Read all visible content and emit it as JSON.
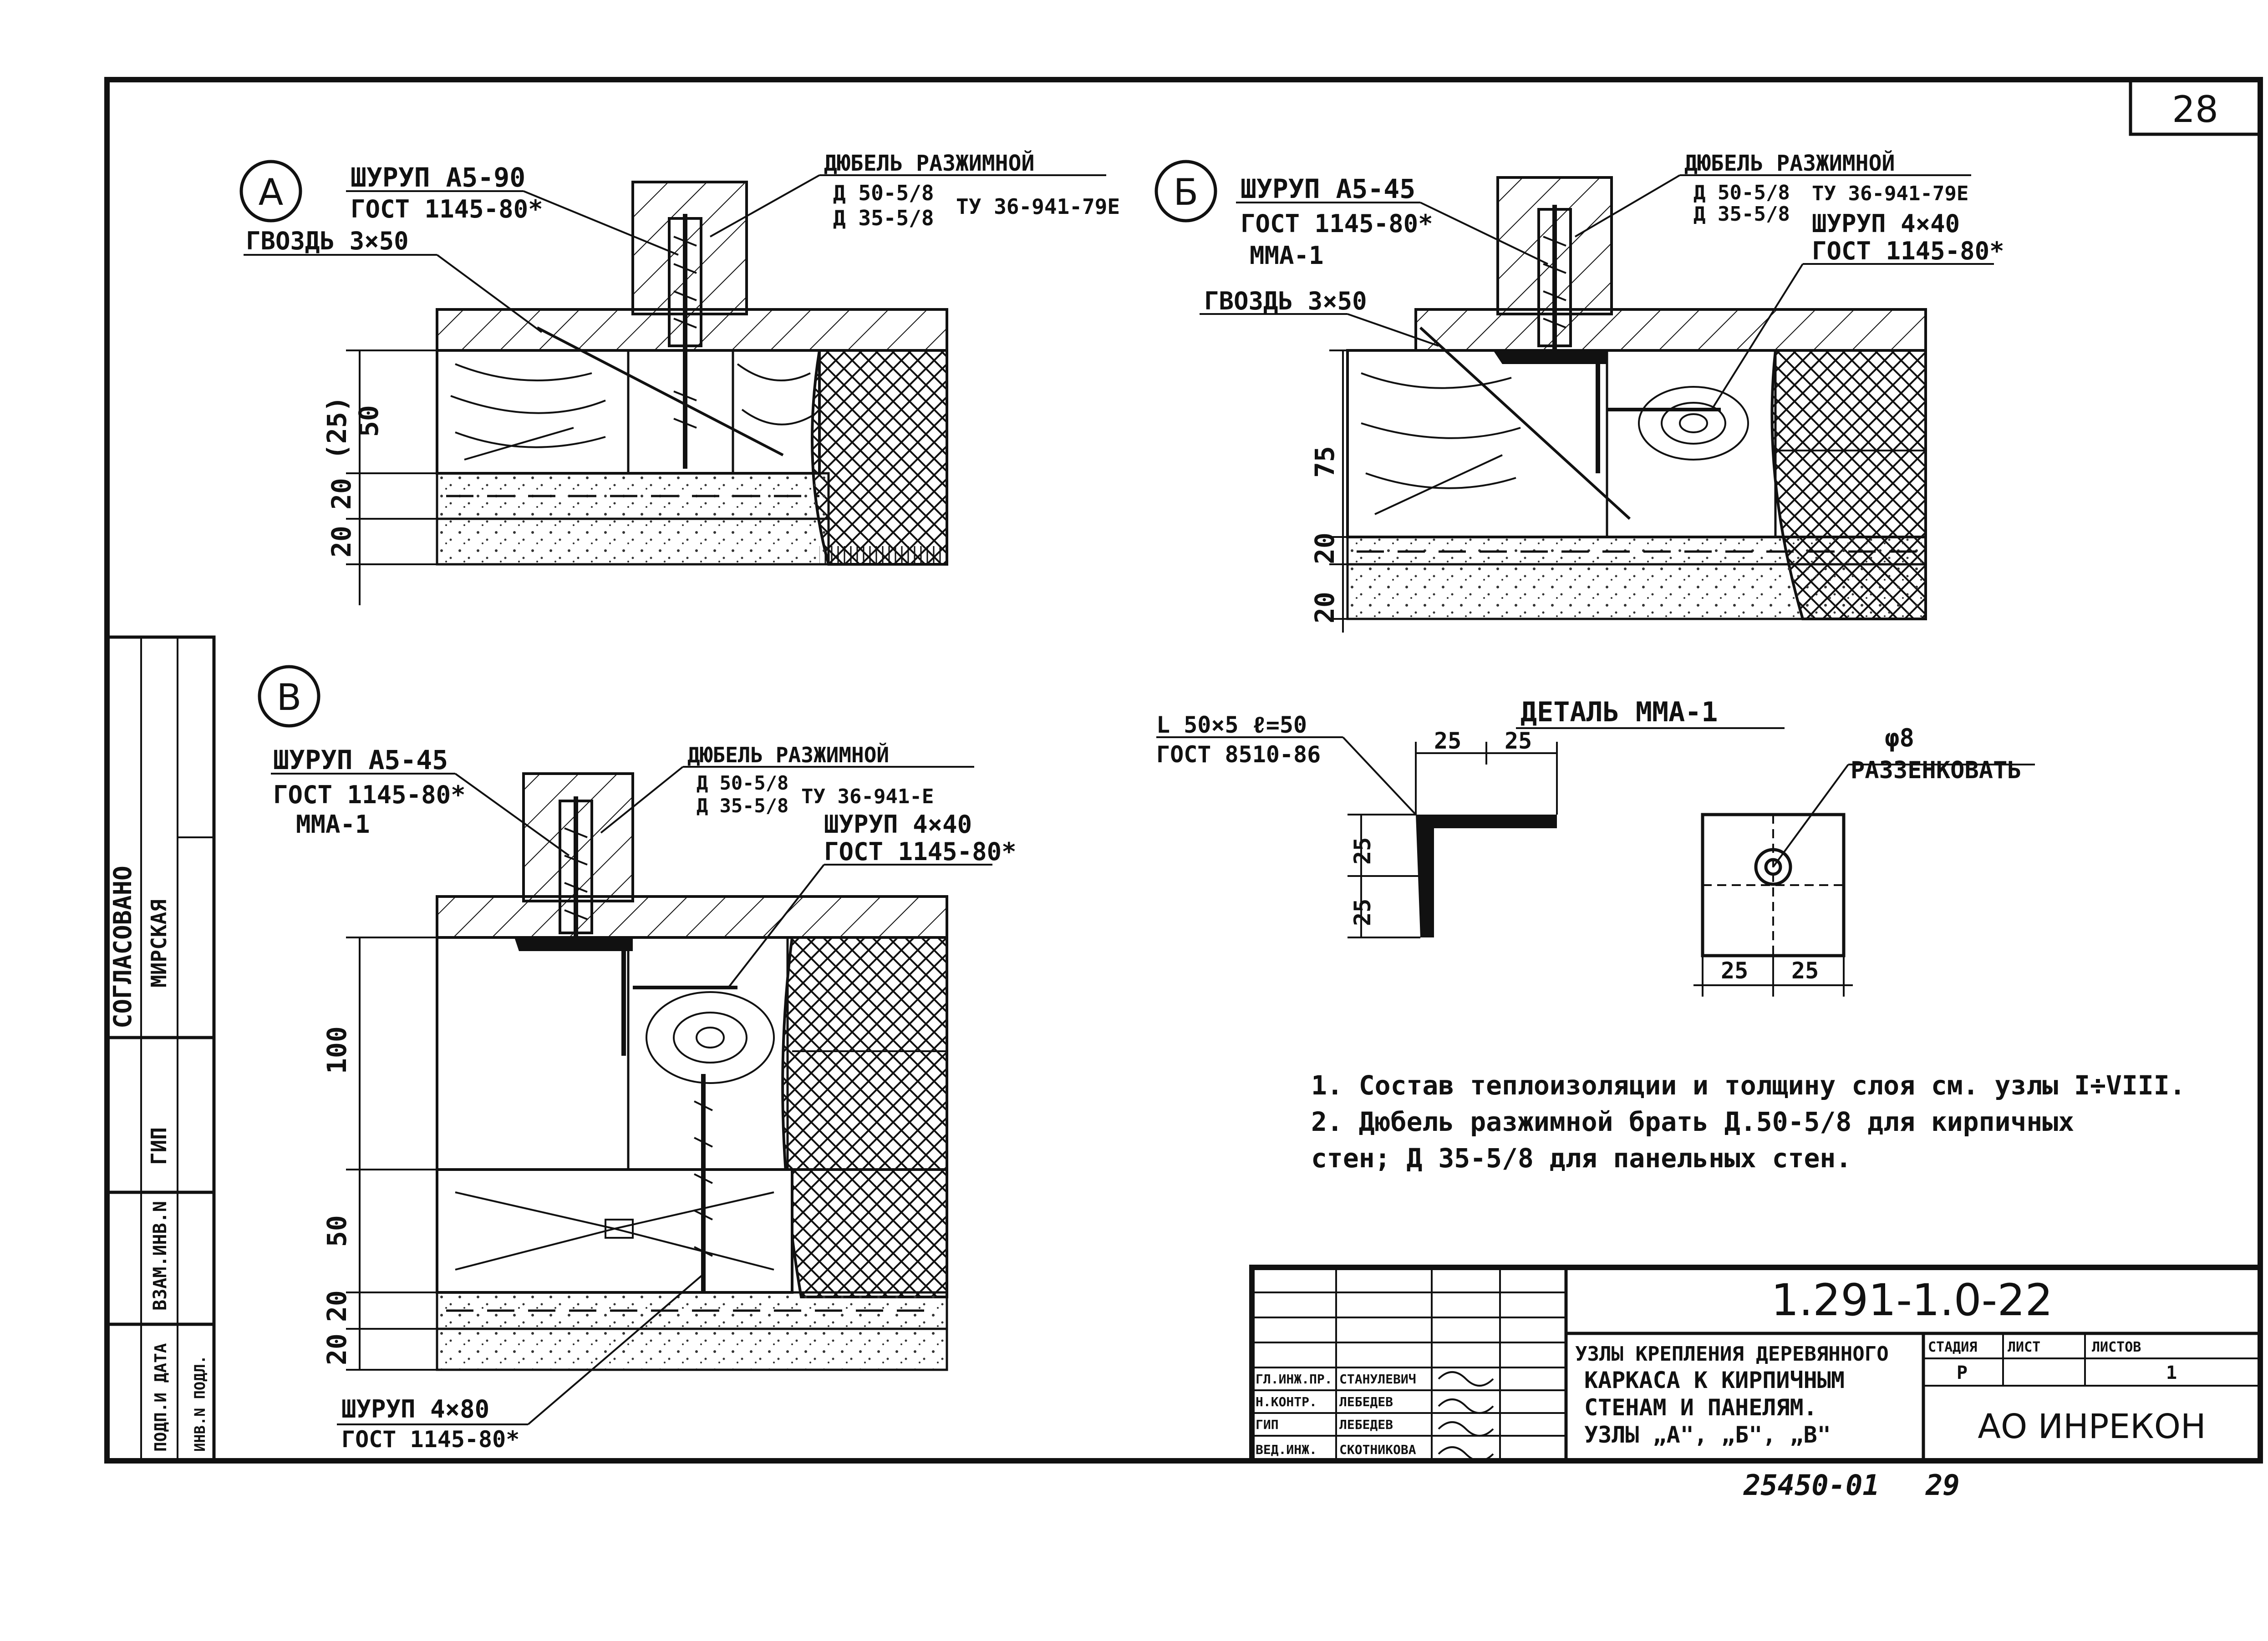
{
  "sheet": {
    "page_number": "28",
    "doc_code": "1.291-1.0-22",
    "title_lines": [
      "УЗЛЫ КРЕПЛЕНИЯ ДЕРЕВЯННОГО",
      "КАРКАСА К КИРПИЧНЫМ",
      "СТЕНАМ И ПАНЕЛЯМ.",
      "УЗЛЫ „А\", „Б\", „В\""
    ],
    "stage_header": "СТАДИЯ",
    "sheet_header": "ЛИСТ",
    "sheets_header": "ЛИСТОВ",
    "stage_value": "Р",
    "sheets_value": "1",
    "org": "АО ИНРЕКОН",
    "archive_no": "25450-01",
    "archive_page": "29"
  },
  "signatures": [
    {
      "role": "ГЛ.ИНЖ.ПР.",
      "name": "СТАНУЛЕВИЧ"
    },
    {
      "role": "Н.КОНТР.",
      "name": "ЛЕБЕДЕВ"
    },
    {
      "role": "ГИП",
      "name": "ЛЕБЕДЕВ"
    },
    {
      "role": "ВЕД.ИНЖ.",
      "name": "СКОТНИКОВА"
    }
  ],
  "side_stamp": {
    "agreed": "СОГЛАСОВАНО",
    "agreed_name": "МИРСКАЯ",
    "gip": "ГИП",
    "vzam": "ВЗАМ.ИНВ.N",
    "podp": "ПОДП.И ДАТА",
    "inv": "ИНВ.N ПОДЛ."
  },
  "detail_a": {
    "tag": "А",
    "screw": "ШУРУП А5-90",
    "screw_std": "ГОСТ 1145-80*",
    "nail": "ГВОЗДЬ 3×50",
    "dowel": "ДЮБЕЛЬ РАЗЖИМНОЙ",
    "dowel_size1": "Д 50-5/8",
    "dowel_size2": "Д 35-5/8",
    "dowel_spec": "ТУ 36-941-79Е",
    "dims": [
      "(25)",
      "50",
      "20",
      "20"
    ]
  },
  "detail_b": {
    "tag": "Б",
    "screw": "ШУРУП А5-45",
    "screw_std": "ГОСТ 1145-80*",
    "mma": "ММА-1",
    "nail": "ГВОЗДЬ 3×50",
    "dowel": "ДЮБЕЛЬ РАЗЖИМНОЙ",
    "dowel_size1": "Д 50-5/8",
    "dowel_size2": "Д 35-5/8",
    "dowel_spec": "ТУ 36-941-79Е",
    "screw2": "ШУРУП 4×40",
    "screw2_std": "ГОСТ 1145-80*",
    "dims": [
      "75",
      "20",
      "20"
    ]
  },
  "detail_v": {
    "tag": "В",
    "screw": "ШУРУП А5-45",
    "screw_std": "ГОСТ 1145-80*",
    "mma": "ММА-1",
    "dowel": "ДЮБЕЛЬ РАЗЖИМНОЙ",
    "dowel_size1": "Д 50-5/8",
    "dowel_size2": "Д 35-5/8",
    "dowel_spec": "ТУ 36-941-Е",
    "screw2": "ШУРУП 4×40",
    "screw2_std": "ГОСТ 1145-80*",
    "screw3": "ШУРУП 4×80",
    "screw3_std": "ГОСТ 1145-80*",
    "dims": [
      "100",
      "50",
      "20",
      "20"
    ]
  },
  "detail_mma": {
    "title": "ДЕТАЛЬ ММА-1",
    "angle": "L 50×5 ℓ=50",
    "angle_std": "ГОСТ 8510-86",
    "hole": "φ8",
    "hole_note": "РАЗЗЕНКОВАТЬ",
    "dim_25": "25"
  },
  "notes": [
    "1. Состав теплоизоляции и толщину слоя см. узлы I÷VIII.",
    "2. Дюбель разжимной брать Д.50-5/8 для кирпичных",
    "стен; Д 35-5/8 для панельных стен."
  ]
}
